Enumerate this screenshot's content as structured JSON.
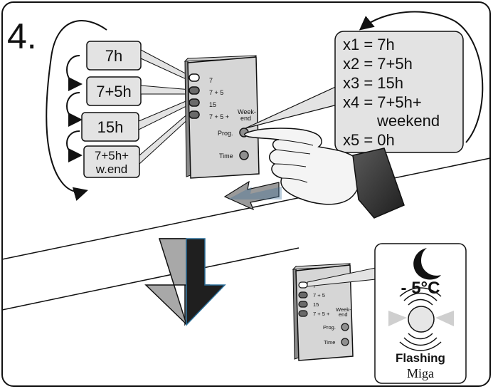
{
  "step_number": "4.",
  "schedule_labels": [
    "7h",
    "7+5h",
    "15h",
    "7+5h+",
    "w.end"
  ],
  "device_top": {
    "options": [
      "7",
      "7 + 5",
      "15",
      "7 + 5 +"
    ],
    "week_end": [
      "Week-",
      "end"
    ],
    "prog_label": "Prog.",
    "time_label": "Time"
  },
  "press_count_lines": [
    "x1 = 7h",
    "x2 = 7+5h",
    "x3 = 15h",
    "x4 = 7+5h+",
    "weekend",
    "x5 = 0h"
  ],
  "device_bottom": {
    "options": [
      "7",
      "7 + 5",
      "15",
      "7 + 5 +"
    ],
    "week_end": [
      "Week-",
      "end"
    ],
    "prog_label": "Prog.",
    "time_label": "Time"
  },
  "status_panel": {
    "mode_icon": "moon-icon",
    "temperature": "- 5°C",
    "indicator_text": "Flashing",
    "brand": "Miga"
  }
}
